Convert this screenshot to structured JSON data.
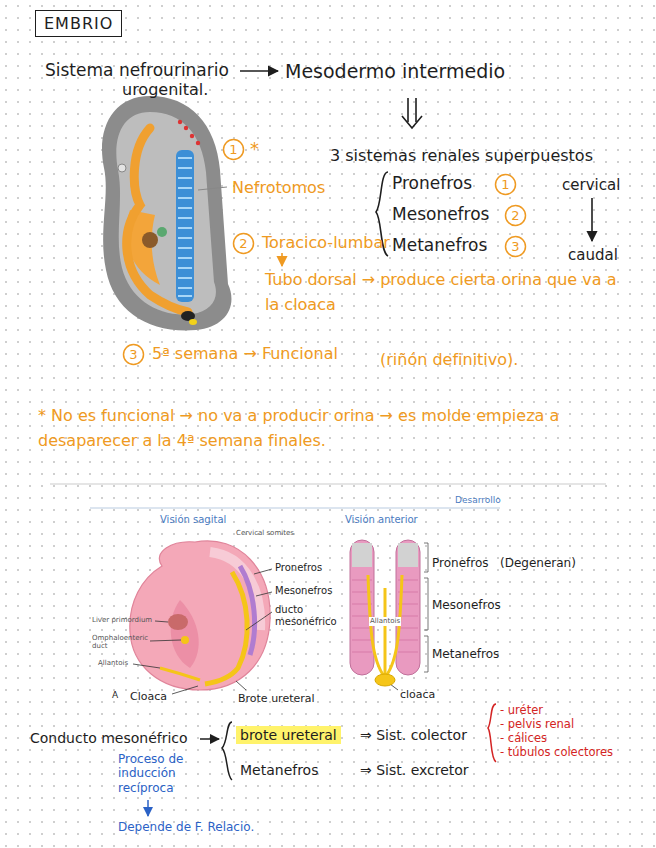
{
  "diagram": {
    "nodes": [
      {
        "text": [
          "EMBRIO"
        ]
      },
      {
        "text": [
          "1"
        ]
      },
      {
        "text": [
          "1"
        ]
      },
      {
        "text": [
          "2"
        ]
      },
      {
        "text": [
          "2"
        ]
      },
      {
        "text": [
          "3"
        ]
      },
      {
        "text": [
          "3"
        ]
      },
      {
        "text": [
          "brote ureteral"
        ]
      }
    ],
    "labels": [
      "Sistema nefrourinario",
      "urogenital.",
      "Mesodermo intermedio",
      "3 sistemas renales superpuestos",
      "Pronefros",
      "cervical",
      "Mesonefros",
      "Metanefros",
      "caudal",
      "*",
      "Nefrotomos",
      "Toracico-lumbar",
      "Tubo dorsal → produce cierta orina que va a la cloaca",
      "5ª semana → Funcional",
      "(riñón definitivo).",
      "* No es funcional → no va a producir orina → es molde empieza a desaparecer a la 4ª semana finales.",
      "Desarrollo",
      "Visión sagital",
      "Visión anterior",
      "Cervical somites",
      "Pronefros",
      "Mesonefros",
      "ducto mesonéfrico",
      "Liver primordium",
      "Omphaloenteric duct",
      "Allantois",
      "Allantois",
      "A",
      "Cloaca",
      "Brote ureteral",
      "cloaca",
      "Pronefros",
      "(Degeneran)",
      "Mesonefros",
      "Metanefros",
      "Conducto mesonéfrico",
      "Proceso de inducción recíproca",
      "Depende de F. Relacio.",
      "⇒ Sist. colector",
      "- uréter",
      "- pelvis renal",
      "- cálices",
      "- túbulos colectores",
      "Metanefros",
      "⇒ Sist. excretor"
    ]
  }
}
